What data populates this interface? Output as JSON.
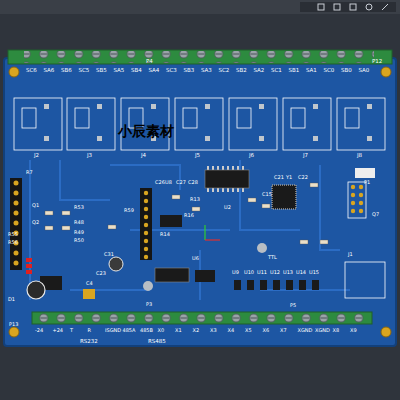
{
  "diagram": {
    "labels": [
      "SC6",
      "SA6",
      "SB6",
      "SC5",
      "SB5",
      "SA5",
      "SB4",
      "SA4",
      "SC3",
      "SB3",
      "SA3",
      "SC2",
      "SB2",
      "SA2",
      "SC1",
      "SB1",
      "SA1",
      "SC0",
      "SB0",
      "SA0",
      "P4",
      "P12",
      "J2",
      "J3",
      "J4",
      "J5",
      "J6",
      "J7",
      "J8",
      "小辰素材",
      "R7",
      "Q1",
      "R53",
      "Q2",
      "R48",
      "R55",
      "R56",
      "R49",
      "R50",
      "C26",
      "U8",
      "C27",
      "C28",
      "R59",
      "R16",
      "R13",
      "U2",
      "C21",
      "Y1",
      "C22",
      "C15",
      "C31",
      "C23",
      "C4",
      "U9",
      "U10",
      "U11",
      "U12",
      "U13",
      "U14",
      "U15",
      "TTL",
      "J1",
      "P1",
      "Q7",
      "D1",
      "P13",
      "P5",
      "P3",
      "R14",
      "U6",
      "-24",
      "+24",
      "T",
      "R",
      "ISGND",
      "485A",
      "485B",
      "X0",
      "X1",
      "X2",
      "X3",
      "X4",
      "X5",
      "X6",
      "X7",
      "XGND",
      "XGND",
      "X8",
      "X9",
      "RS232",
      "RS485"
    ]
  }
}
